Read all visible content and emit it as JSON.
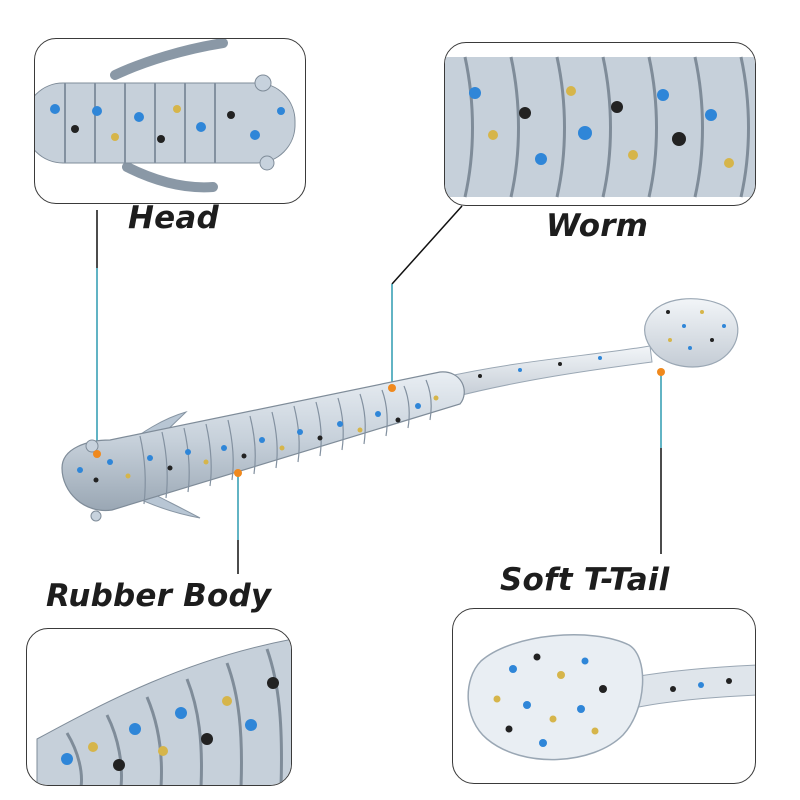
{
  "labels": {
    "head": "Head",
    "worm": "Worm",
    "body": "Rubber Body",
    "tail": "Soft T-Tail"
  },
  "colors": {
    "lure_clear": "#d3dbe3",
    "lure_shadow": "#8e9aa6",
    "fleck_blue": "#2f86d8",
    "fleck_gold": "#d6b54a",
    "fleck_black": "#222222",
    "leader_line": "#2d9ab0",
    "marker_dot": "#f0891d"
  },
  "icons": {
    "marker": "orange-dot-icon"
  }
}
